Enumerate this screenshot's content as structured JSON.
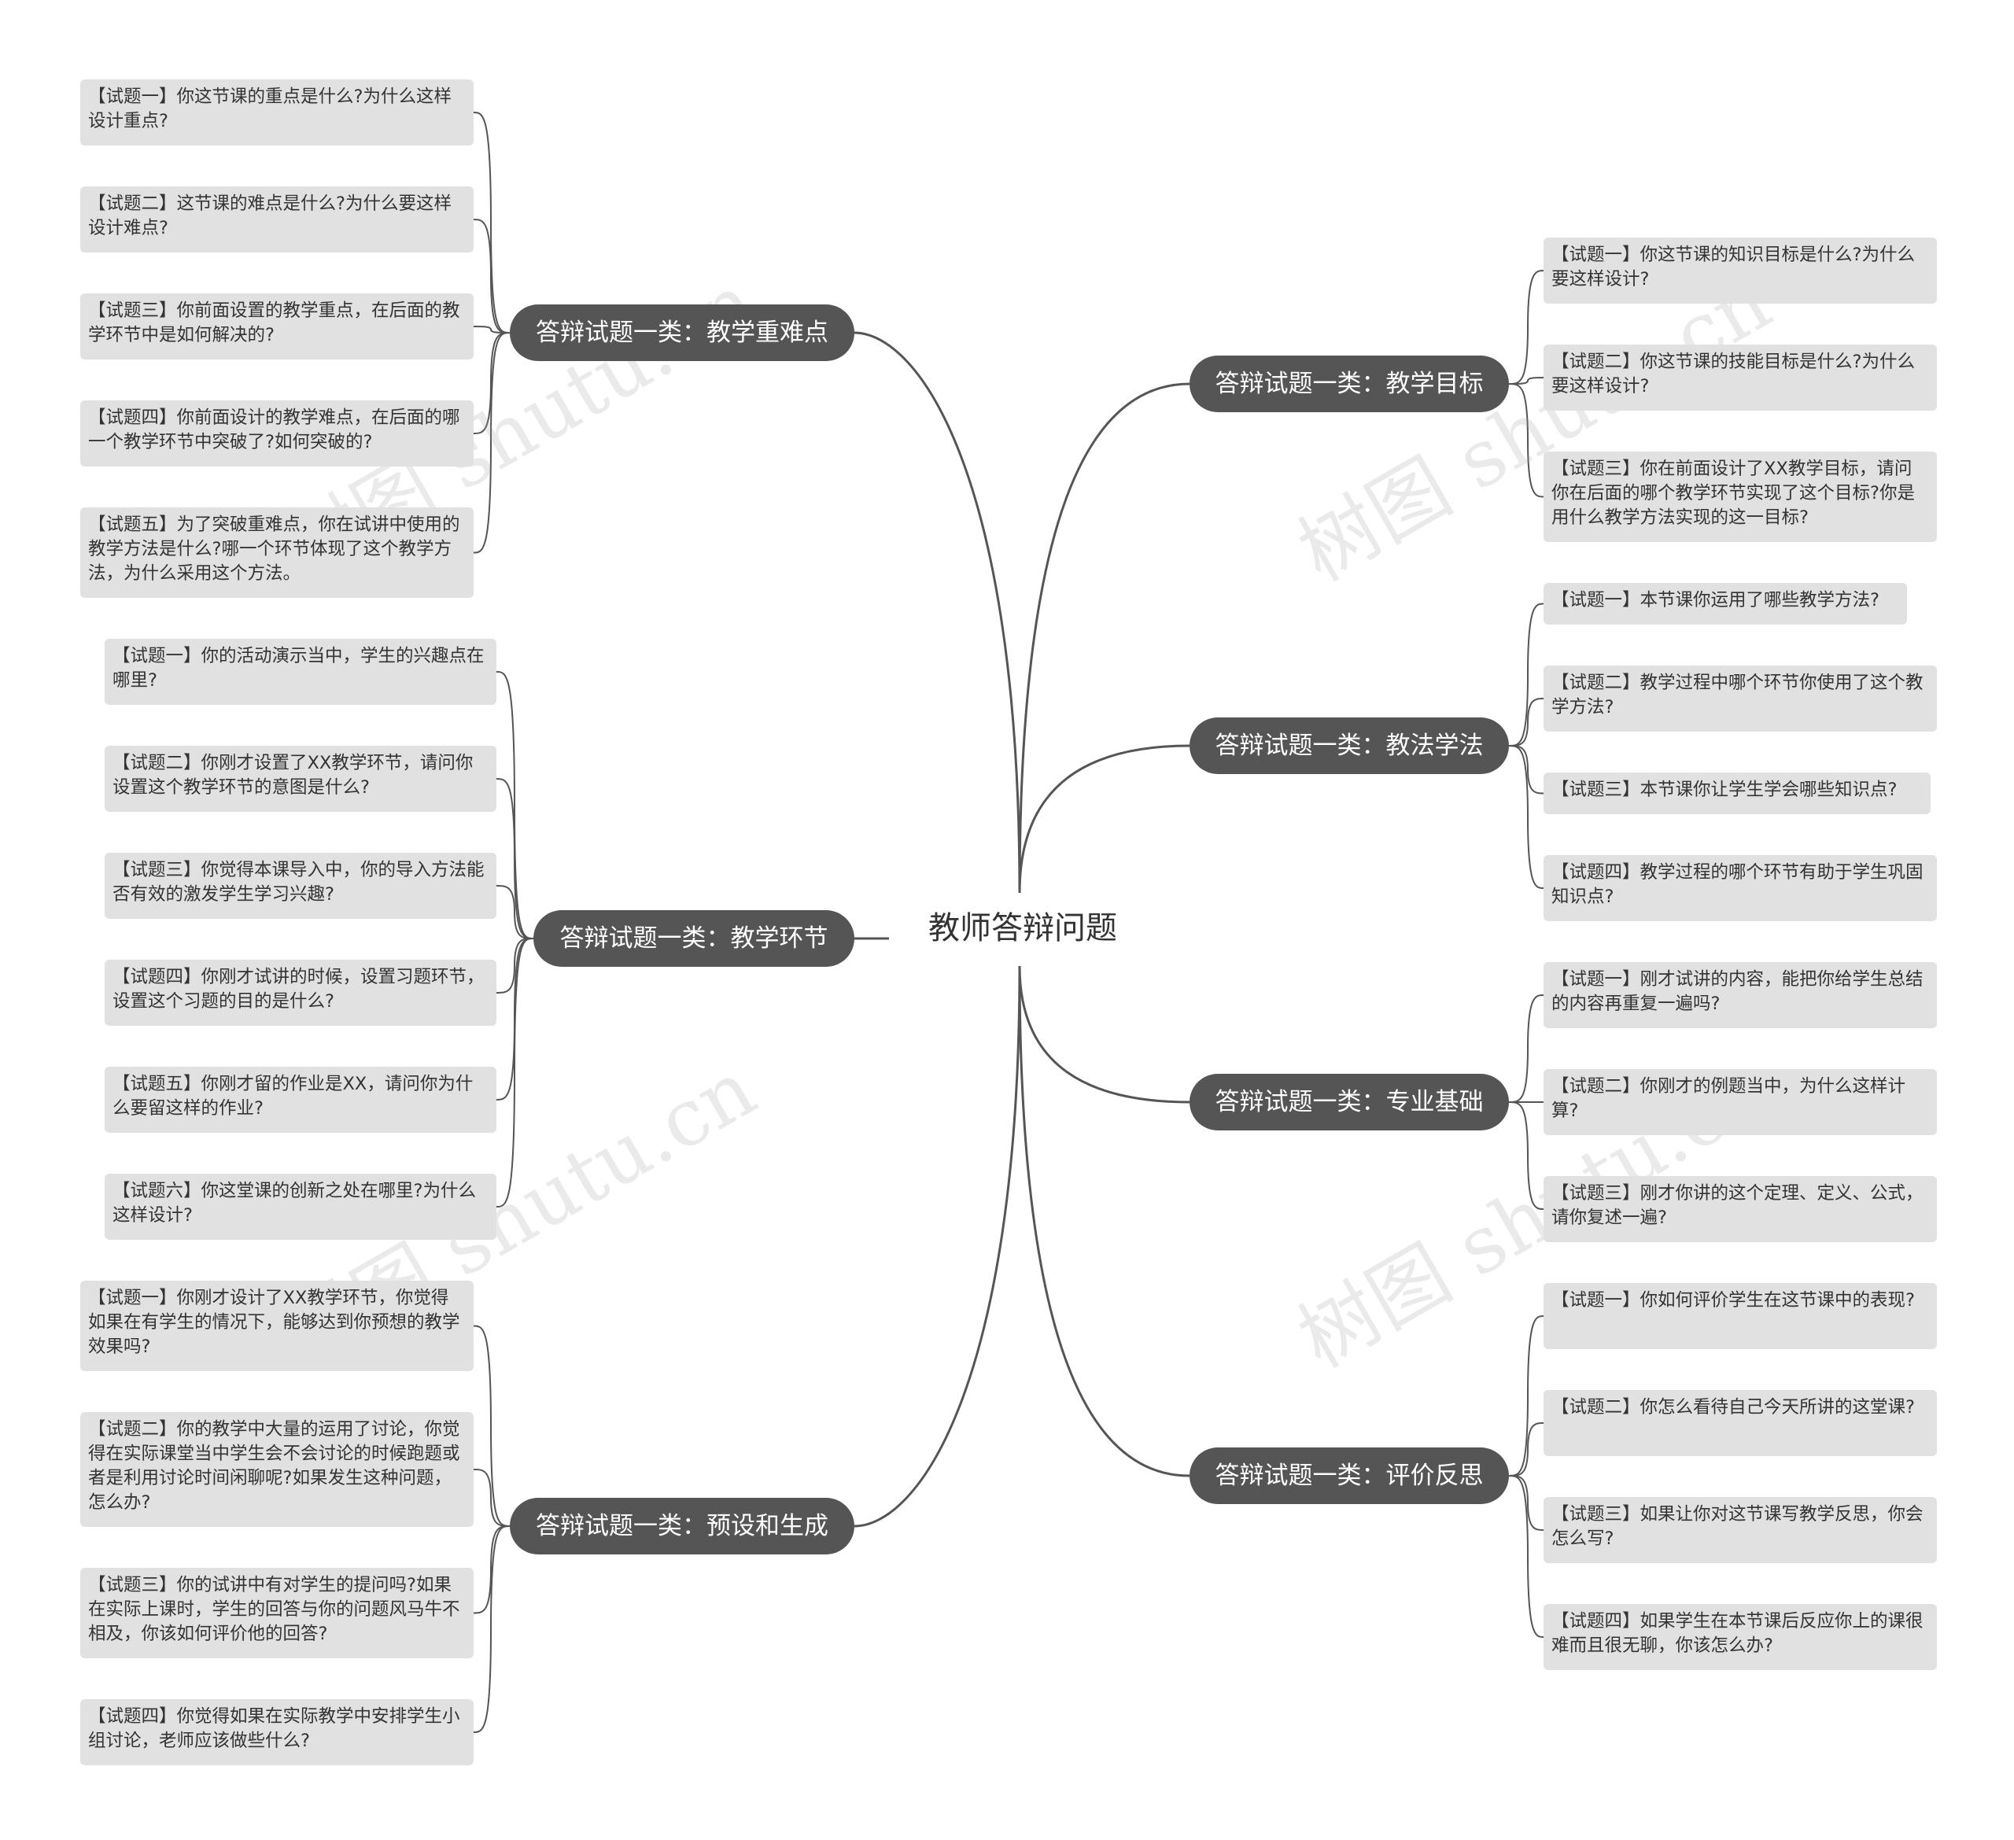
{
  "title": "教师答辩问题",
  "watermark_text": "树图 shutu.cn",
  "colors": {
    "branch_bg": "#555555",
    "leaf_bg": "#e1e1e1",
    "line": "#555555",
    "text": "#333333"
  },
  "left": [
    {
      "label": "答辩试题一类：教学重难点",
      "items": [
        "【试题一】你这节课的重点是什么?为什么这样设计重点?",
        "【试题二】这节课的难点是什么?为什么要这样设计难点?",
        "【试题三】你前面设置的教学重点，在后面的教学环节中是如何解决的?",
        "【试题四】你前面设计的教学难点，在后面的哪一个教学环节中突破了?如何突破的?",
        "【试题五】为了突破重难点，你在试讲中使用的教学方法是什么?哪一个环节体现了这个教学方法，为什么采用这个方法。"
      ]
    },
    {
      "label": "答辩试题一类：教学环节",
      "items": [
        "【试题一】你的活动演示当中，学生的兴趣点在哪里?",
        "【试题二】你刚才设置了XX教学环节，请问你设置这个教学环节的意图是什么?",
        "【试题三】你觉得本课导入中，你的导入方法能否有效的激发学生学习兴趣?",
        "【试题四】你刚才试讲的时候，设置习题环节，设置这个习题的目的是什么?",
        "【试题五】你刚才留的作业是XX，请问你为什么要留这样的作业?",
        "【试题六】你这堂课的创新之处在哪里?为什么这样设计?"
      ]
    },
    {
      "label": "答辩试题一类：预设和生成",
      "items": [
        "【试题一】你刚才设计了XX教学环节，你觉得如果在有学生的情况下，能够达到你预想的教学效果吗?",
        "【试题二】你的教学中大量的运用了讨论，你觉得在实际课堂当中学生会不会讨论的时候跑题或者是利用讨论时间闲聊呢?如果发生这种问题，怎么办?",
        "【试题三】你的试讲中有对学生的提问吗?如果在实际上课时，学生的回答与你的问题风马牛不相及，你该如何评价他的回答?",
        "【试题四】你觉得如果在实际教学中安排学生小组讨论，老师应该做些什么?"
      ]
    }
  ],
  "right": [
    {
      "label": "答辩试题一类：教学目标",
      "items": [
        "【试题一】你这节课的知识目标是什么?为什么要这样设计?",
        "【试题二】你这节课的技能目标是什么?为什么要这样设计?",
        "【试题三】你在前面设计了XX教学目标，请问你在后面的哪个教学环节实现了这个目标?你是用什么教学方法实现的这一目标?"
      ]
    },
    {
      "label": "答辩试题一类：教法学法",
      "items": [
        "【试题一】本节课你运用了哪些教学方法?",
        "【试题二】教学过程中哪个环节你使用了这个教学方法?",
        "【试题三】本节课你让学生学会哪些知识点?",
        "【试题四】教学过程的哪个环节有助于学生巩固知识点?"
      ]
    },
    {
      "label": "答辩试题一类：专业基础",
      "items": [
        "【试题一】刚才试讲的内容，能把你给学生总结的内容再重复一遍吗?",
        "【试题二】你刚才的例题当中，为什么这样计算?",
        "【试题三】刚才你讲的这个定理、定义、公式，请你复述一遍?"
      ]
    },
    {
      "label": "答辩试题一类：评价反思",
      "items": [
        "【试题一】你如何评价学生在这节课中的表现?",
        "【试题二】你怎么看待自己今天所讲的这堂课?",
        "【试题三】如果让你对这节课写教学反思，你会怎么写?",
        "【试题四】如果学生在本节课后反应你上的课很难而且很无聊，你该怎么办?"
      ]
    }
  ]
}
